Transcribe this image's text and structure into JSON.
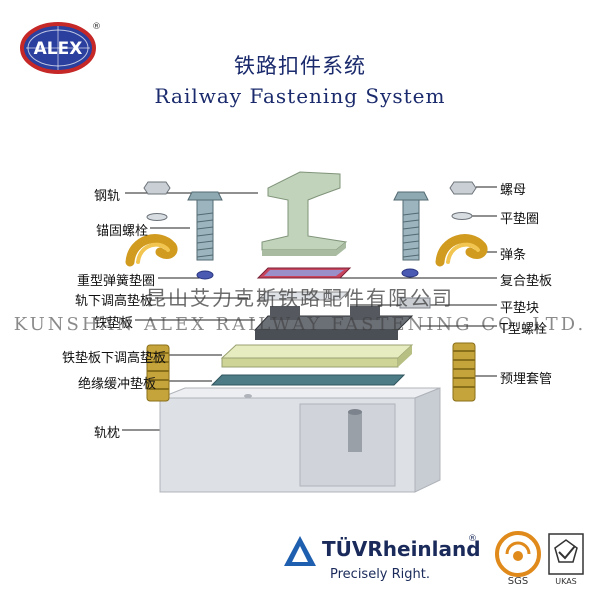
{
  "logo": {
    "text": "ALEX",
    "registered": "®"
  },
  "title": {
    "cn": "铁路扣件系统",
    "en": "Railway Fastening System"
  },
  "labels_left": [
    "钢轨",
    "锚固螺栓",
    "重型弹簧垫圈",
    "轨下调高垫板",
    "铁垫板",
    "铁垫板下调高垫板",
    "绝缘缓冲垫板",
    "轨枕"
  ],
  "labels_right": [
    "螺母",
    "平垫圈",
    "弹条",
    "复合垫板",
    "平垫块",
    "T型螺栓",
    "预埋套管"
  ],
  "watermark": {
    "cn": "昆山艾力克斯铁路配件有限公司",
    "en": "KUNSHAN ALEX RAILWAY FASTENING CO.,LTD."
  },
  "certs": {
    "tuv": "TÜVRheinland",
    "tuv_registered": "®",
    "tagline": "Precisely Right.",
    "sgs": "SGS",
    "ukas": "UKAS"
  },
  "colors": {
    "title": "#1a2a6c",
    "rail": "#b8cdb0",
    "clip": "#e8b53a",
    "bolt": "#7f9aa3",
    "sleeper": "#d9dde3",
    "iron_plate": "#d8e0a8",
    "insulating_pad": "#4d7b86",
    "composite_pad": "#c8455e"
  }
}
